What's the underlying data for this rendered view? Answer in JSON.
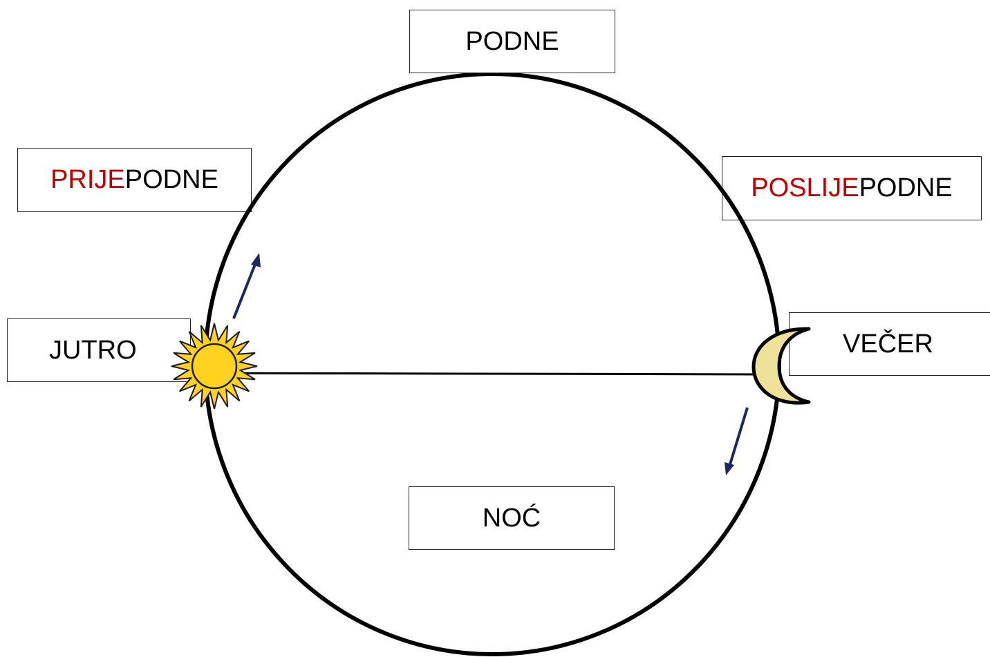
{
  "labels": {
    "podne": "PODNE",
    "prijepodne_prefix": "PRIJE",
    "prijepodne_suffix": "PODNE",
    "poslijepodne_prefix": "POSLIJE",
    "poslijepodne_suffix": "PODNE",
    "jutro": "JUTRO",
    "vecer": "VEČER",
    "noc": "NOĆ"
  },
  "icons": {
    "sun": "sun-icon",
    "moon": "moon-icon",
    "arrow_up": "arrow-up-icon",
    "arrow_down": "arrow-down-icon"
  },
  "colors": {
    "prefix_red": "#c00000",
    "text": "#000000",
    "circle": "#000000",
    "sun_fill": "#ffd21f",
    "moon_fill": "#eee29a",
    "arrow": "#1a2a5e"
  }
}
